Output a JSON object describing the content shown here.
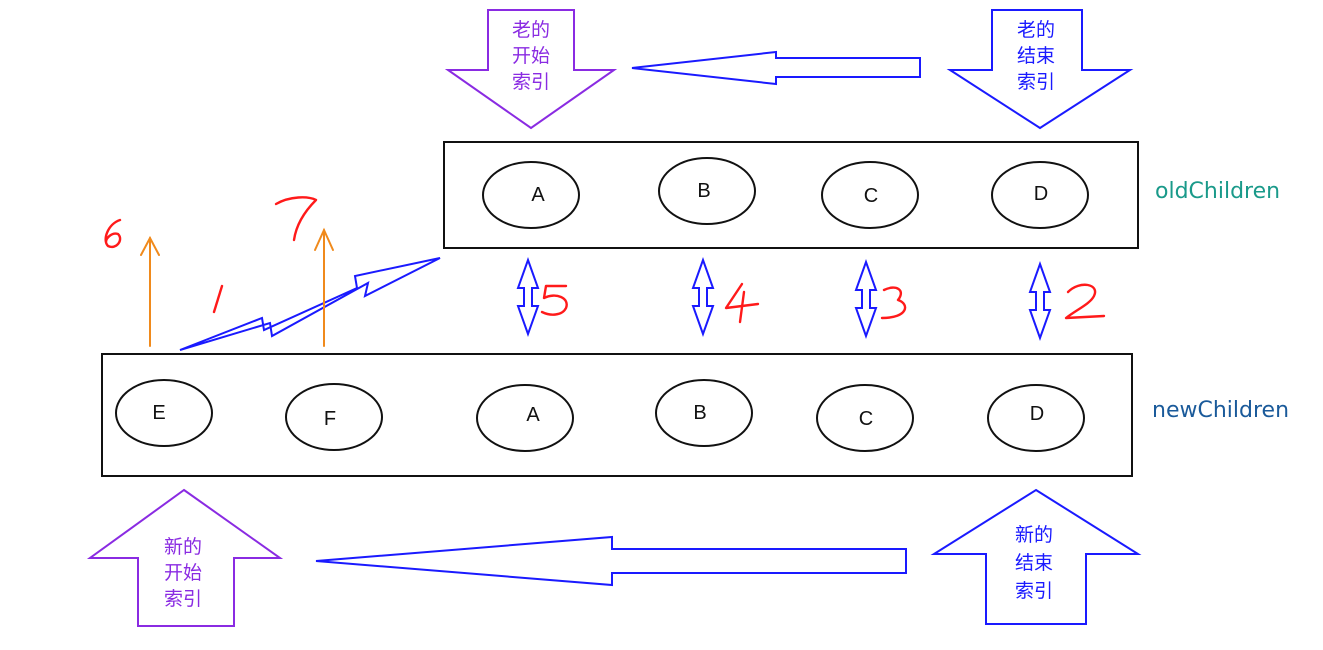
{
  "colors": {
    "purple": "#8a2be2",
    "blue": "#1a1aff",
    "orange": "#f08a1c",
    "red": "#ff1a1a",
    "teal": "#1a9a8a",
    "darkblue": "#1a5a9a",
    "black": "#111111"
  },
  "old_start_index": {
    "line1": "老的",
    "line2": "开始",
    "line3": "索引"
  },
  "old_end_index": {
    "line1": "老的",
    "line2": "结束",
    "line3": "索引"
  },
  "new_start_index": {
    "line1": "新的",
    "line2": "开始",
    "line3": "索引"
  },
  "new_end_index": {
    "line1": "新的",
    "line2": "结束",
    "line3": "索引"
  },
  "old_children": {
    "label": "oldChildren",
    "nodes": [
      "A",
      "B",
      "C",
      "D"
    ]
  },
  "new_children": {
    "label": "newChildren",
    "nodes": [
      "E",
      "F",
      "A",
      "B",
      "C",
      "D"
    ]
  },
  "step_numbers": [
    "1",
    "2",
    "3",
    "4",
    "5",
    "6",
    "7"
  ]
}
